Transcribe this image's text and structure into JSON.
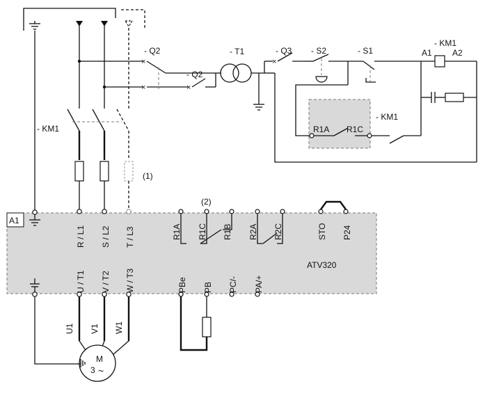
{
  "labels": {
    "q2_top": "- Q2",
    "q2_bottom": "- Q2",
    "t1": "- T1",
    "q3": "- Q3",
    "s2": "- S2",
    "s1": "- S1",
    "km1_coil": "- KM1",
    "a1_coil": "A1",
    "a2_coil": "A2",
    "km1_contact": "- KM1",
    "km1_main": "- KM1",
    "r1a_ext": "R1A",
    "r1c_ext": "R1C",
    "note1": "(1)",
    "note2": "(2)",
    "a1_box": "A1",
    "drive_model": "ATV320",
    "motor_m": "M",
    "motor_3": "3",
    "motor_tilde": "~",
    "u1": "U1",
    "v1": "V1",
    "w1": "W1"
  },
  "terminals_top": [
    "R / L1",
    "S / L2",
    "T / L3",
    "R1A",
    "R1C",
    "R1B",
    "R2A",
    "R2C",
    "STO",
    "P24"
  ],
  "terminals_bottom": [
    "U / T1",
    "V / T2",
    "W / T3",
    "PBe",
    "PB",
    "PC/-",
    "PA/+"
  ],
  "colors": {
    "line": "#111111",
    "drive_fill": "#d9d9d9",
    "drive_border": "#777777"
  }
}
